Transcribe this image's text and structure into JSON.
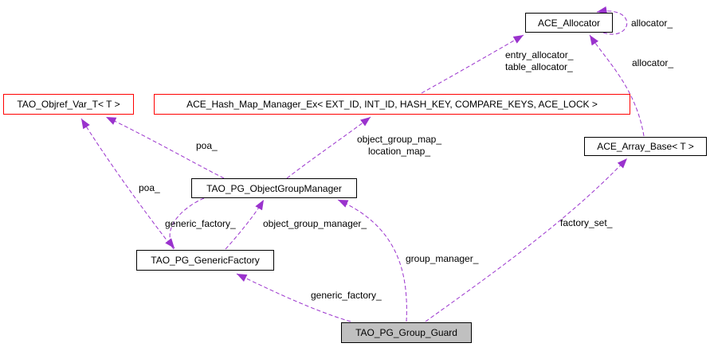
{
  "diagram": {
    "type": "collaboration-graph",
    "colors": {
      "edge": "#9a32cd",
      "red_border": "#ff0000",
      "black_border": "#000000",
      "node_fill": "#ffffff",
      "highlight_fill": "#c0c0c0",
      "background": "#ffffff"
    },
    "nodes": {
      "allocator": {
        "label": "ACE_Allocator"
      },
      "objref": {
        "label": "TAO_Objref_Var_T< T >"
      },
      "hashmap": {
        "label": "ACE_Hash_Map_Manager_Ex< EXT_ID, INT_ID, HASH_KEY, COMPARE_KEYS, ACE_LOCK >"
      },
      "arraybase": {
        "label": "ACE_Array_Base< T >"
      },
      "objectgroupmanager": {
        "label": "TAO_PG_ObjectGroupManager"
      },
      "genericfactory": {
        "label": "TAO_PG_GenericFactory"
      },
      "groupguard": {
        "label": "TAO_PG_Group_Guard"
      }
    },
    "edge_labels": {
      "allocator_self": "allocator_",
      "allocator_array": "allocator_",
      "entry_allocator": "entry_allocator_",
      "table_allocator": "table_allocator_",
      "object_group_map": "object_group_map_",
      "location_map": "location_map_",
      "poa_upper": "poa_",
      "poa_lower": "poa_",
      "generic_factory_mid": "generic_factory_",
      "object_group_manager": "object_group_manager_",
      "generic_factory_bottom": "generic_factory_",
      "group_manager": "group_manager_",
      "factory_set": "factory_set_"
    }
  }
}
